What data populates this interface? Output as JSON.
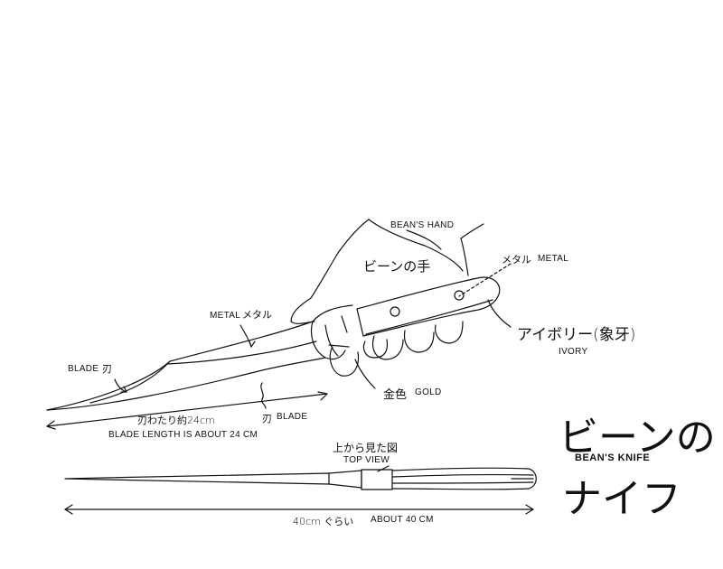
{
  "labels": {
    "beans_hand_en": "BEAN'S HAND",
    "beans_hand_jp": "ビーンの手",
    "metal_upper_jp": "メタル",
    "metal_upper_en": "METAL",
    "metal_blade_en": "METAL",
    "metal_blade_jp": "メタル",
    "ivory_jp": "アイボリー(象牙)",
    "ivory_en": "IVORY",
    "blade_en": "BLADE",
    "blade_jp": "刃",
    "gold_jp": "金色",
    "gold_en": "GOLD",
    "blade_mark_jp": "刃",
    "blade_mark_en": "BLADE",
    "blade_length_jp": "刃わたり約24cm",
    "blade_length_en": "BLADE LENGTH IS ABOUT 24 CM",
    "top_view_jp": "上から見た図",
    "top_view_en": "TOP VIEW",
    "total_length_jp": "40cm ぐらい",
    "total_length_en": "ABOUT 40 CM"
  },
  "title": {
    "jp_line1": "ビーンの",
    "jp_line2": "ナイフ",
    "en": "BEAN'S KNIFE"
  }
}
